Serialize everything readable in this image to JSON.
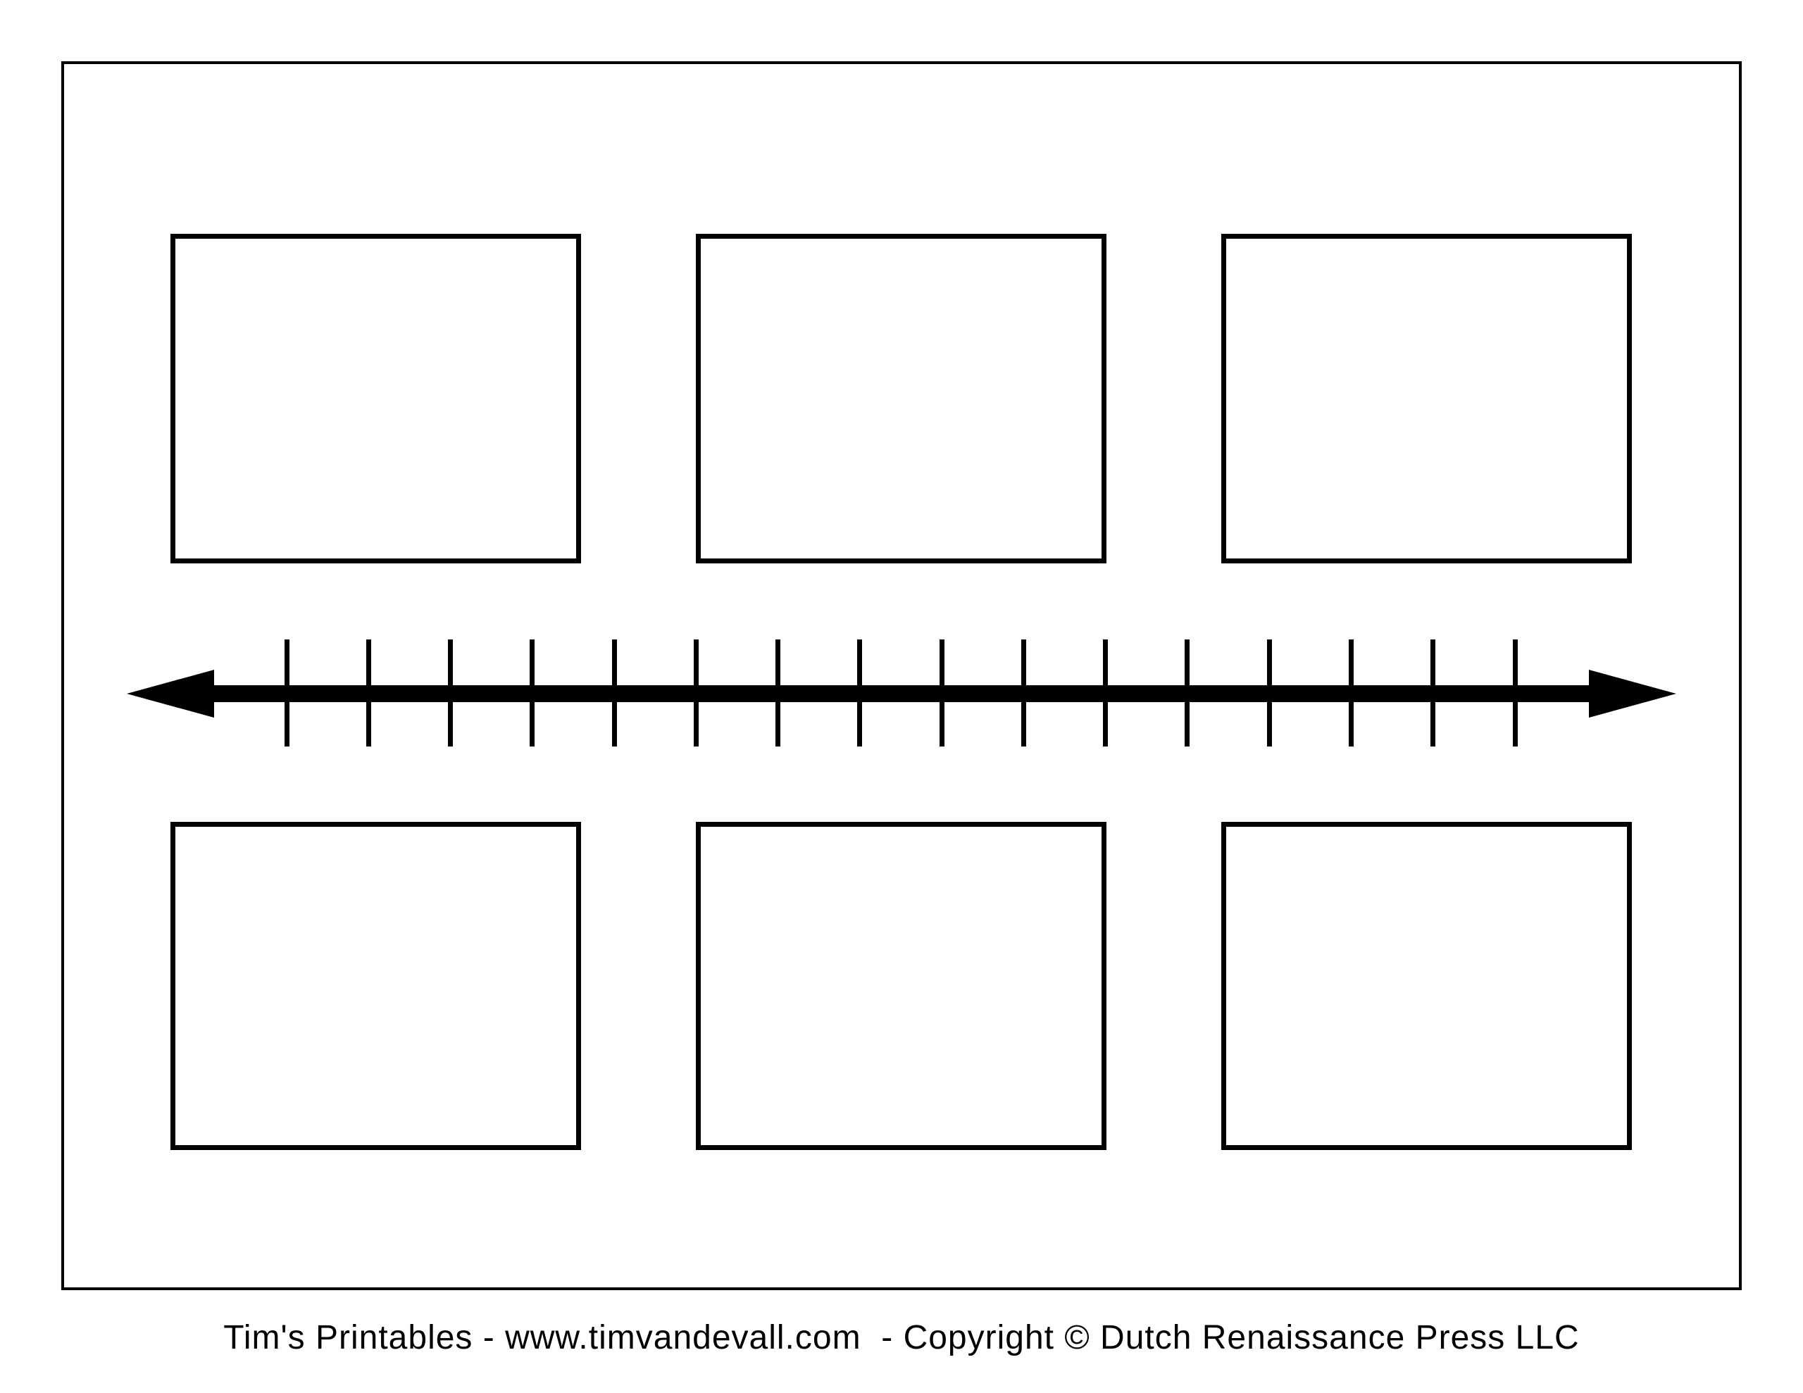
{
  "page": {
    "background": "#ffffff",
    "ink": "#000000"
  },
  "timeline": {
    "tick_count": 16,
    "arrow_style": "double-headed"
  },
  "event_boxes": {
    "top_row_count": 3,
    "bottom_row_count": 3
  },
  "footer": {
    "credit": "Tim's Printables - www.timvandevall.com  - Copyright © Dutch Renaissance Press LLC"
  }
}
